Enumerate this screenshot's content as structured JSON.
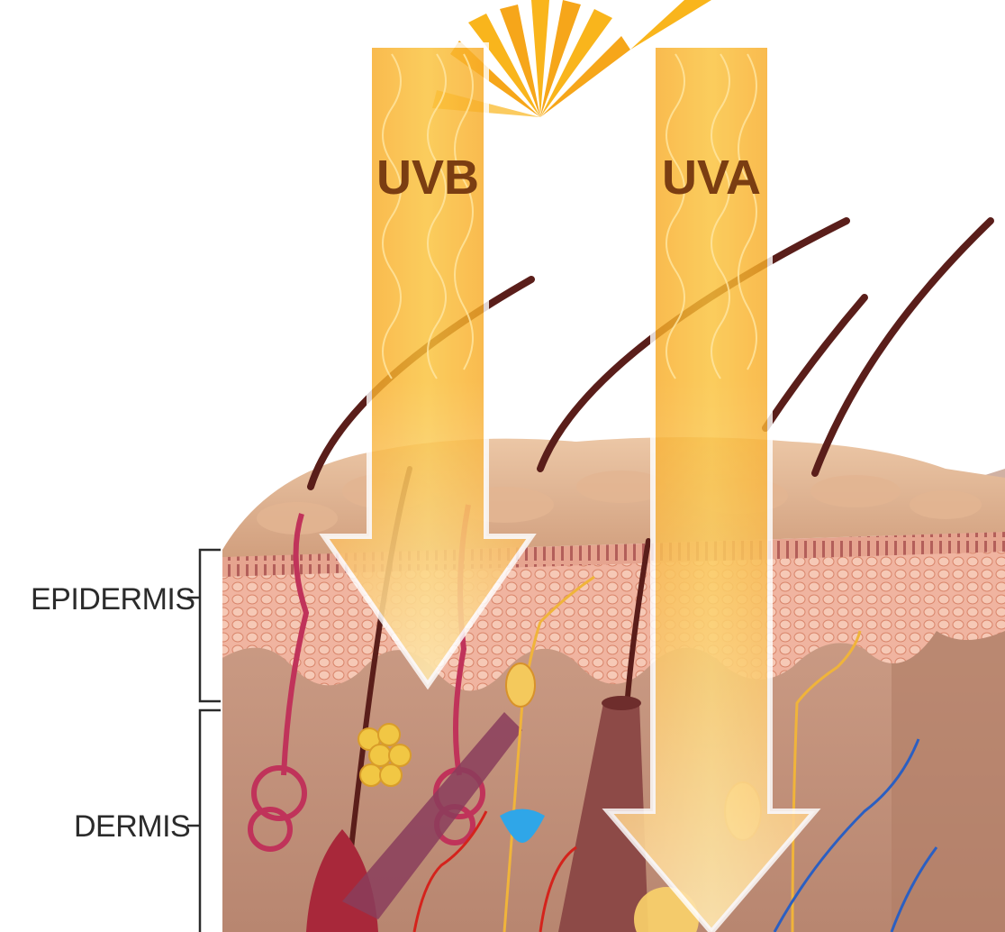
{
  "labels": {
    "uvb": "UVB",
    "uva": "UVA",
    "epidermis": "EPIDERMIS",
    "dermis": "DERMIS"
  },
  "colors": {
    "arrow_fill": "#f7a825",
    "arrow_label": "#7a3d12",
    "sun": "#f9b51c",
    "skin_surface": "#e0b08a",
    "epidermis": "#e89c86",
    "dermis": "#c5957c",
    "hair": "#5a1e1a",
    "gland": "#c0335a",
    "fat_cell": "#f1c744",
    "nerve": "#f0b43a",
    "vein": "#2b5fc2",
    "artery": "#d4231c",
    "label_text": "#2b2b2b"
  }
}
